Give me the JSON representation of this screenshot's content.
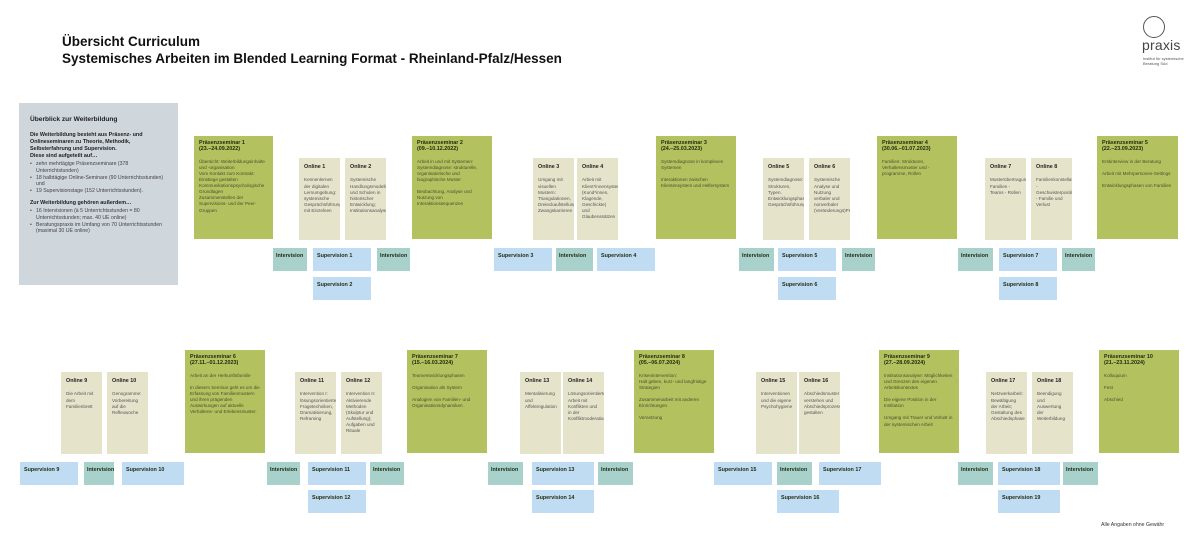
{
  "header": {
    "title_line1": "Übersicht Curriculum",
    "title_line2": "Systemisches Arbeiten im Blended Learning Format - Rheinland-Pfalz/Hessen"
  },
  "logo": {
    "word": "praxis",
    "sub": "Institut für systemische Beratung Süd"
  },
  "overview": {
    "heading": "Überblick zur Weiterbildung",
    "intro": "Die Weiterbildung besteht aus Präsenz- und Onlineseminaren zu Theorie, Methodik, Selbsterfahrung und Supervision.\nDiese sind aufgeteilt auf…",
    "items": [
      "zehn mehrtägige Präsenzseminare (378 Unterrichtstunden)",
      "18 halbtägige Online-Seminare (90 Unterrichtsstunden) und",
      "19 Supervisionstage (152 Unterrichtsstunden)."
    ],
    "sub_heading": "Zur Weiterbildung gehören außerdem…",
    "sub_items": [
      "16 Intervisionen (à 5 Unterrichtsstunden = 80 Unterrichtsstunden; max. 40 UE online)",
      "Beratungspraxis im Umfang von 70 Unterrichtsstunden (maximal 30 UE online)"
    ]
  },
  "boxes": [
    {
      "kind": "praesenz",
      "title": "Präsenzseminar 1\n(23.–24.09.2022)",
      "text": "Übersicht: Weiterbildungsinhalte und -organisation\nVom Kontakt zum Kontrakt: Einstiege gestalten\nKommunikationspsychologische Grundlagen\nZusammenstellen der Supervisions- und der Peer-Gruppen"
    },
    {
      "kind": "online",
      "title": "Online 1",
      "text": "Kennenlernen der digitalen Lernumgebung: systemische Gesprächsführung mit Einzelnen"
    },
    {
      "kind": "online",
      "title": "Online 2",
      "text": "Systemische Handlungsmodelle und Schulen in historischer Entwicklung; Institutionsanalyse"
    },
    {
      "kind": "praesenz",
      "title": "Präsenzseminar 2\n(09.–10.12.2022)",
      "text": "Arbeit in und mit Systemen: Systemdiagnose: strukturelle, organisatorische und biographische Muster\n\nBeobachtung, Analyse und Nutzung von Interaktionssequenzen"
    },
    {
      "kind": "online",
      "title": "Online 3",
      "text": "Umgang mit visuellen Mustern: Triangulationen, Dreieckaufstellungen, Zwangskarrieren"
    },
    {
      "kind": "online",
      "title": "Online 4",
      "text": "Arbeit mit Klient*innensystemen (Kund*innen, Klagende, Geschickte) und Glaubenssätzen"
    },
    {
      "kind": "praesenz",
      "title": "Präsenzseminar 3\n(24.–25.03.2023)",
      "text": "Systemdiagnose in komplexen Systemen\n\nInteraktionen zwischen Klientensystem und Helfersystem"
    },
    {
      "kind": "online",
      "title": "Online 5",
      "text": "Systemdiagnose: Strukturen, Typen. Entwicklungsphasen. Gesprächsführungsmethoden"
    },
    {
      "kind": "online",
      "title": "Online 6",
      "text": "Systemische Analyse und Nutzung verbaler und nonverbaler (Veränderungs)Prozessmuster"
    },
    {
      "kind": "praesenz",
      "title": "Präsenzseminar 4\n(30.06.–01.07.2023)",
      "text": "Familien: Strukturen, Verhaltensmuster und -programme, Rollen"
    },
    {
      "kind": "online",
      "title": "Online 7",
      "text": "Musterübertragung: Familien - Teams - Rollen"
    },
    {
      "kind": "online",
      "title": "Online 8",
      "text": "Familienkonstellationen - Geschwisterpositionen - Familie und Verlust"
    },
    {
      "kind": "praesenz",
      "title": "Präsenzseminar 5\n(22.–23.09.2023)",
      "text": "Erstinterview in der Beratung\n\nArbeit mit Mehrpersonen-Settings\n\nEntwicklungsphasen von Familien"
    },
    {
      "kind": "online",
      "title": "Online 9",
      "text": "Die Arbeit mit dem Familienbrett"
    },
    {
      "kind": "online",
      "title": "Online 10",
      "text": "Genogramme: Vorbereitung auf die Reflexwoche"
    },
    {
      "kind": "praesenz",
      "title": "Präsenzseminar 6\n(27.11.–01.12.2023)",
      "text": "Arbeit an der Herkunftsfamilie\n\nIn diesem Seminar geht es um die Erfassung von Familienmustern und ihren prägenden Auswirkungen auf aktuelle Verhaltens- und Erlebensmuster."
    },
    {
      "kind": "online",
      "title": "Online 11",
      "text": "Intervention I: lösungsorientierte Fragetechniken, Dramatisierung, Reframing"
    },
    {
      "kind": "online",
      "title": "Online 12",
      "text": "Intervention II: Aktivierende Methoden (Skulptur und Aufstellung); Aufgaben und Rituale"
    },
    {
      "kind": "praesenz",
      "title": "Präsenzseminar 7\n(15.–16.03.2024)",
      "text": "Teamentwicklungsphasen\n\nOrganisation als System\n\nAnalogien von Familien- und Organisationsdynamiken"
    },
    {
      "kind": "online",
      "title": "Online 13",
      "text": "Mentalisierung und Affektregulation"
    },
    {
      "kind": "online",
      "title": "Online 14",
      "text": "Lösungsorientierte Arbeit mit Konflikten und in der Konfliktmoderation"
    },
    {
      "kind": "praesenz",
      "title": "Präsenzseminar 8\n(05.–06.07.2024)",
      "text": "Krisenintervention:\nHalt geben, kurz- und langfristige Strategien\n\nZusammenarbeit mit anderen Einrichtungen\n\nVernetzung"
    },
    {
      "kind": "online",
      "title": "Online 15",
      "text": "Interventionen und die eigene Psychohygiene"
    },
    {
      "kind": "online",
      "title": "Online 16",
      "text": "Abschiedsmuster verstehen und Abschiedsprozesse gestalten"
    },
    {
      "kind": "praesenz",
      "title": "Präsenzseminar 9\n(27.–28.09.2024)",
      "text": "Institutionsanalyse: Möglichkeiten und Grenzen des eigenen Arbeitskontextes\n\nDie eigene Position in der Institution\n\nUmgang mit Trauer und Verlust in der systemischen Arbeit"
    },
    {
      "kind": "online",
      "title": "Online 17",
      "text": "Netzwerkarbeit: Bewältigung der Arbeit; Gestaltung des Abschiedsphase"
    },
    {
      "kind": "online",
      "title": "Online 18",
      "text": "Beendigung und Auswertung der Weiterbildung"
    },
    {
      "kind": "praesenz",
      "title": "Präsenzseminar 10\n(21.–23.11.2024)",
      "text": "Kolloquium\n\nFest\n\nAbschied"
    },
    {
      "kind": "intervision",
      "title": "Intervision"
    },
    {
      "kind": "supervision",
      "title": "Supervision 1"
    },
    {
      "kind": "intervision",
      "title": "Intervision"
    },
    {
      "kind": "supervision",
      "title": "Supervision 2"
    },
    {
      "kind": "supervision",
      "title": "Supervision 3"
    },
    {
      "kind": "intervision",
      "title": "Intervision"
    },
    {
      "kind": "supervision",
      "title": "Supervision 4"
    },
    {
      "kind": "intervision",
      "title": "Intervision"
    },
    {
      "kind": "supervision",
      "title": "Supervision 5"
    },
    {
      "kind": "intervision",
      "title": "Intervision"
    },
    {
      "kind": "supervision",
      "title": "Supervision 6"
    },
    {
      "kind": "intervision",
      "title": "Intervision"
    },
    {
      "kind": "supervision",
      "title": "Supervision 7"
    },
    {
      "kind": "intervision",
      "title": "Intervision"
    },
    {
      "kind": "supervision",
      "title": "Supervision 8"
    },
    {
      "kind": "supervision",
      "title": "Supervision 9"
    },
    {
      "kind": "intervision",
      "title": "Intervision"
    },
    {
      "kind": "supervision",
      "title": "Supervision 10"
    },
    {
      "kind": "intervision",
      "title": "Intervision"
    },
    {
      "kind": "supervision",
      "title": "Supervision 11"
    },
    {
      "kind": "intervision",
      "title": "Intervision"
    },
    {
      "kind": "supervision",
      "title": "Supervision 12"
    },
    {
      "kind": "intervision",
      "title": "Intervision"
    },
    {
      "kind": "supervision",
      "title": "Supervision 13"
    },
    {
      "kind": "intervision",
      "title": "Intervision"
    },
    {
      "kind": "supervision",
      "title": "Supervision 14"
    },
    {
      "kind": "supervision",
      "title": "Supervision 15"
    },
    {
      "kind": "intervision",
      "title": "Intervision"
    },
    {
      "kind": "supervision",
      "title": "Supervision 16"
    },
    {
      "kind": "supervision",
      "title": "Supervision 17"
    },
    {
      "kind": "intervision",
      "title": "Intervision"
    },
    {
      "kind": "supervision",
      "title": "Supervision 18"
    },
    {
      "kind": "intervision",
      "title": "Intervision"
    },
    {
      "kind": "supervision",
      "title": "Supervision 19"
    }
  ],
  "footnote": "Alle Angaben ohne Gewähr"
}
